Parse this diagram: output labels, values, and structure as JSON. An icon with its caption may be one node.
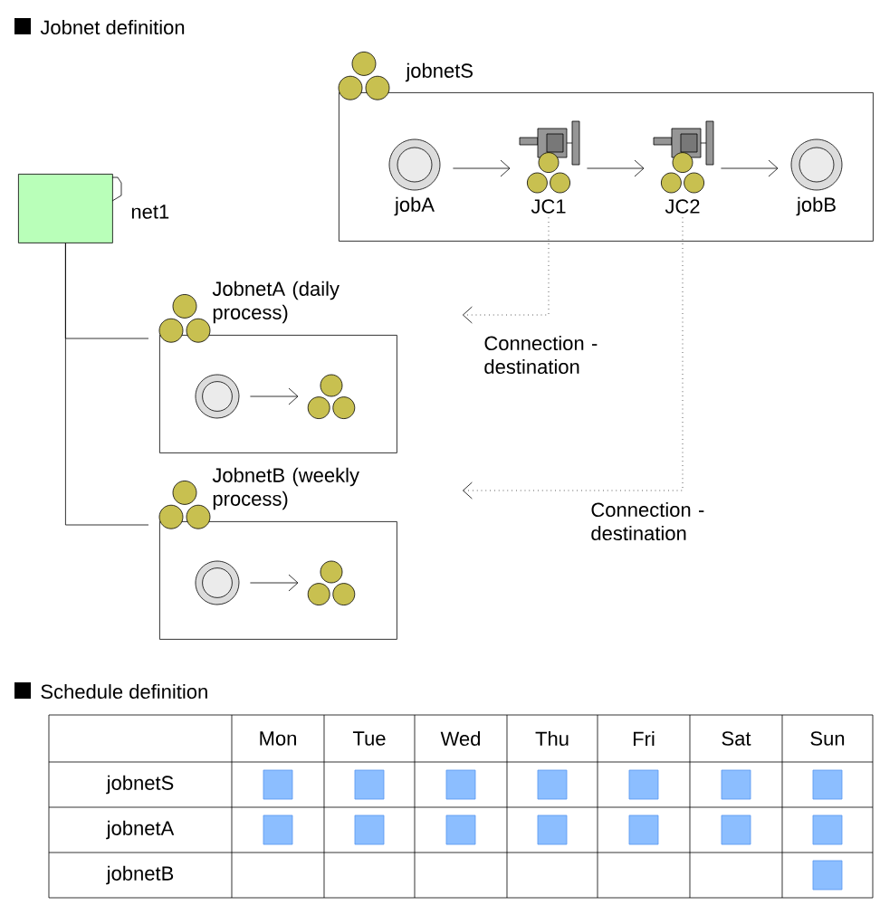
{
  "diagram": {
    "nodes": [
      {
        "text": [
          "net1"
        ]
      },
      {
        "text": [
          "jobnetS"
        ]
      },
      {
        "text": [
          "jobA"
        ],
        "in": 1
      },
      {
        "text": [
          "JC1"
        ],
        "in": 1
      },
      {
        "text": [
          "JC2"
        ],
        "in": 1
      },
      {
        "text": [
          "jobB"
        ],
        "in": 1
      },
      {
        "text": [
          "JobnetA (daily process)"
        ]
      },
      {
        "text": [],
        "shape": "circle",
        "in": 6
      },
      {
        "text": [],
        "shape": "cluster",
        "in": 6
      },
      {
        "text": [
          "JobnetB (weekly process)"
        ]
      },
      {
        "text": [],
        "shape": "circle",
        "in": 9
      },
      {
        "text": [],
        "shape": "cluster",
        "in": 9
      }
    ],
    "edges": [
      {
        "from": 2,
        "to": 3,
        "arrow": "to"
      },
      {
        "from": 3,
        "to": 4,
        "arrow": "to"
      },
      {
        "from": 4,
        "to": 5,
        "arrow": "to"
      },
      {
        "from": 7,
        "to": 8,
        "arrow": "to"
      },
      {
        "from": 10,
        "to": 11,
        "arrow": "to"
      },
      {
        "from": 0,
        "to": 6,
        "arrow": "none"
      },
      {
        "from": 0,
        "to": 9,
        "arrow": "none"
      },
      {
        "from": 3,
        "to": 6,
        "arrow": "to",
        "style": "dashed",
        "label": "Connection - destination"
      },
      {
        "from": 4,
        "to": 9,
        "arrow": "to",
        "style": "dashed",
        "label": "Connection - destination"
      }
    ],
    "labels": [
      "Jobnet definition",
      "Schedule definition",
      "Mon",
      "Tue",
      "Wed",
      "Thu",
      "Fri",
      "Sat",
      "Sun",
      "jobnetS",
      "jobnetA",
      "jobnetB"
    ]
  }
}
